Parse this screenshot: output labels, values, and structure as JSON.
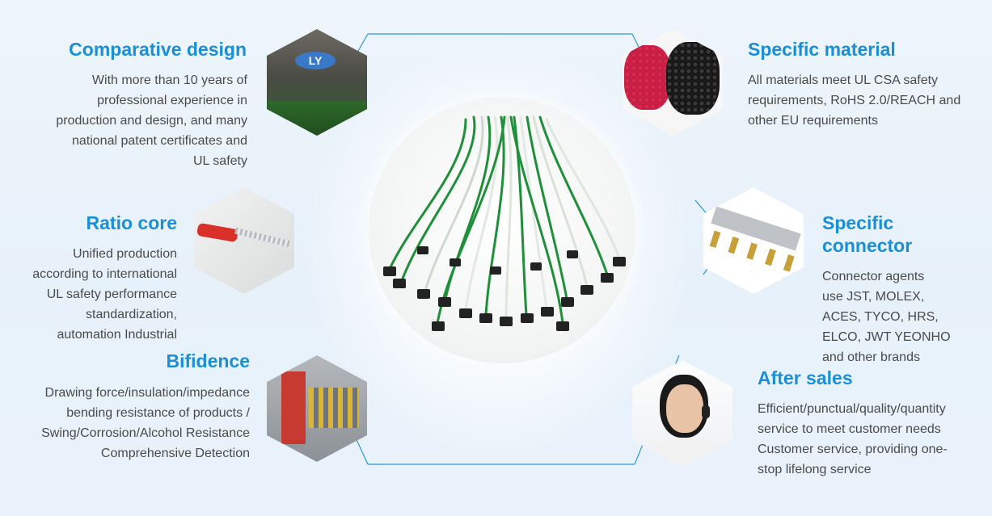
{
  "features": [
    {
      "id": "comparative",
      "title": "Comparative design",
      "lines": [
        "With more than 10 years of",
        "professional experience in",
        "production and design, and many",
        "national patent certificates and",
        "UL safety"
      ]
    },
    {
      "id": "ratio",
      "title": "Ratio core",
      "lines": [
        "Unified production",
        "according to international",
        "UL safety performance",
        "standardization,",
        "automation Industrial"
      ]
    },
    {
      "id": "bifidence",
      "title": "Bifidence",
      "lines": [
        "Drawing force/insulation/impedance",
        "bending resistance of products /",
        "Swing/Corrosion/Alcohol Resistance",
        "Comprehensive Detection"
      ]
    },
    {
      "id": "material",
      "title": "Specific material",
      "lines": [
        "All materials meet UL CSA safety",
        "requirements, RoHS 2.0/REACH and",
        "other EU requirements"
      ]
    },
    {
      "id": "connector",
      "title_lines": [
        "Specific",
        "connector"
      ],
      "lines": [
        "Connector agents",
        "use JST, MOLEX,",
        "ACES, TYCO, HRS,",
        "ELCO, JWT YEONHO",
        "and other brands"
      ]
    },
    {
      "id": "aftersales",
      "title": "After sales",
      "lines": [
        "Efficient/punctual/quality/quantity",
        "service to meet customer needs",
        "Customer service, providing one-",
        "stop lifelong service"
      ]
    }
  ],
  "logo_text": "LY",
  "colors": {
    "title": "#1a8fd6",
    "text": "#4a4a4a",
    "line": "#2a96d4",
    "wire_green": "#1f8f3a"
  }
}
